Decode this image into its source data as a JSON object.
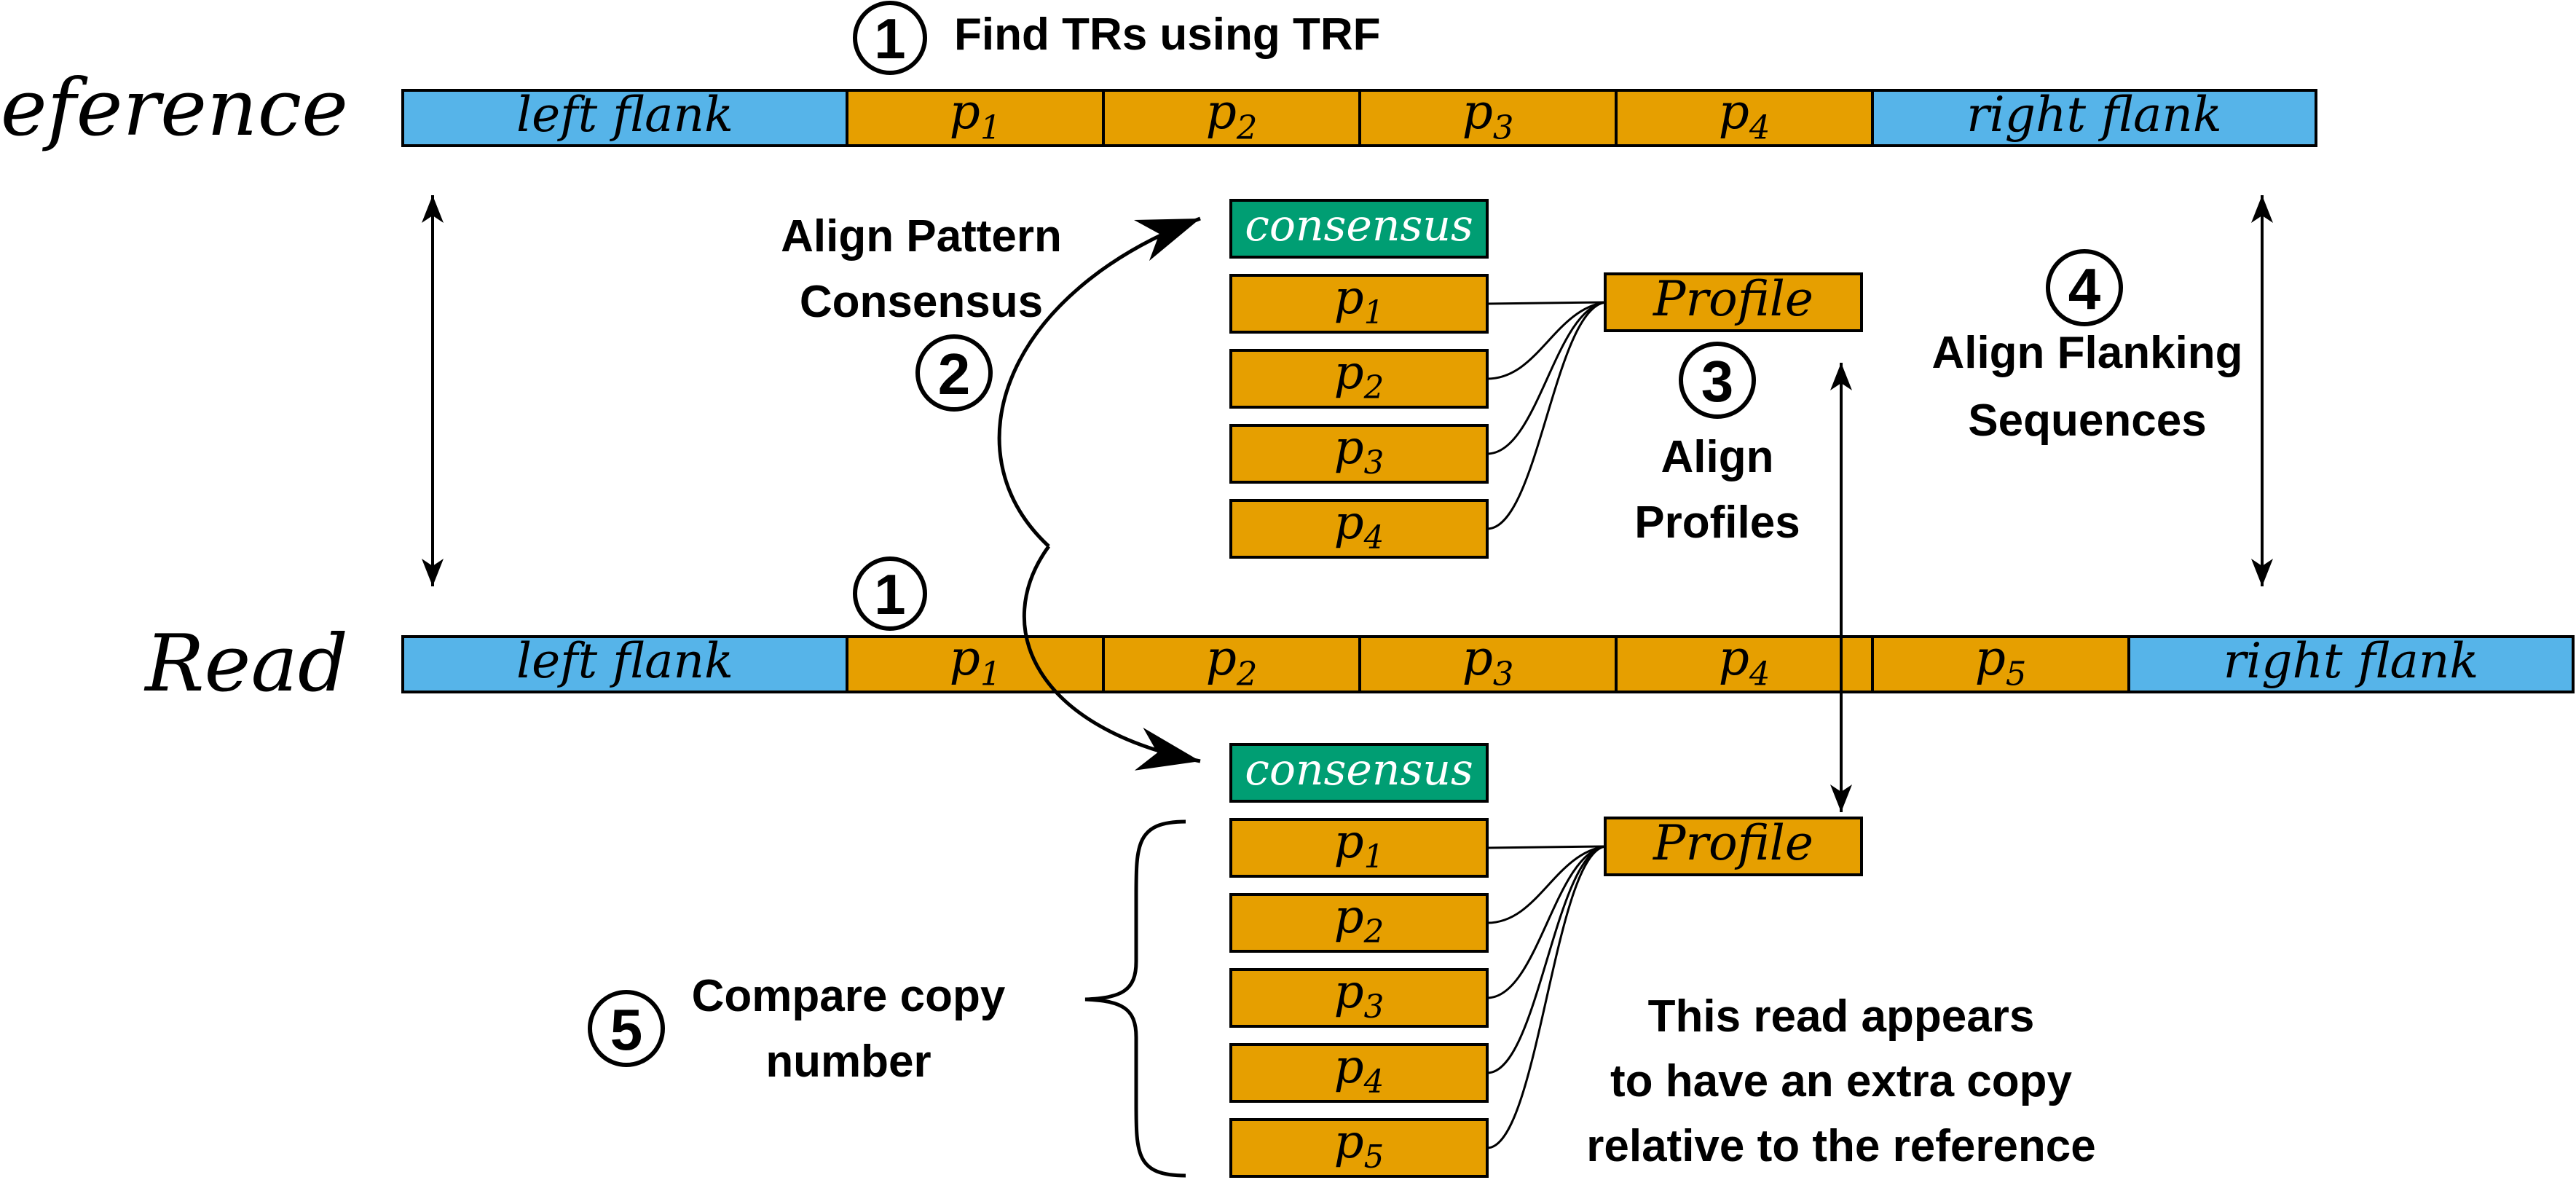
{
  "colors": {
    "flank": "#56B4E9",
    "pattern": "#E69F00",
    "consensus": "#009E73",
    "stroke": "#000000",
    "consensus_text": "#ffffff",
    "text": "#000000"
  },
  "labels": {
    "reference": "Reference",
    "read": "Read"
  },
  "reference_track": {
    "left_flank": "left flank",
    "right_flank": "right flank",
    "patterns": [
      {
        "base": "p",
        "sub": "1"
      },
      {
        "base": "p",
        "sub": "2"
      },
      {
        "base": "p",
        "sub": "3"
      },
      {
        "base": "p",
        "sub": "4"
      }
    ]
  },
  "read_track": {
    "left_flank": "left flank",
    "right_flank": "right flank",
    "patterns": [
      {
        "base": "p",
        "sub": "1"
      },
      {
        "base": "p",
        "sub": "2"
      },
      {
        "base": "p",
        "sub": "3"
      },
      {
        "base": "p",
        "sub": "4"
      },
      {
        "base": "p",
        "sub": "5"
      }
    ]
  },
  "top_stack": {
    "consensus": "consensus",
    "profile": "Profile",
    "patterns": [
      {
        "base": "p",
        "sub": "1"
      },
      {
        "base": "p",
        "sub": "2"
      },
      {
        "base": "p",
        "sub": "3"
      },
      {
        "base": "p",
        "sub": "4"
      }
    ]
  },
  "bottom_stack": {
    "consensus": "consensus",
    "profile": "Profile",
    "patterns": [
      {
        "base": "p",
        "sub": "1"
      },
      {
        "base": "p",
        "sub": "2"
      },
      {
        "base": "p",
        "sub": "3"
      },
      {
        "base": "p",
        "sub": "4"
      },
      {
        "base": "p",
        "sub": "5"
      }
    ]
  },
  "steps": {
    "step1_num": "1",
    "step1_text": "Find TRs using TRF",
    "step1b_num": "1",
    "step2_num": "2",
    "step2_lines": [
      "Align Pattern",
      "Consensus"
    ],
    "step3_num": "3",
    "step3_lines": [
      "Align",
      "Profiles"
    ],
    "step4_num": "4",
    "step4_lines": [
      "Align Flanking",
      "Sequences"
    ],
    "step5_num": "5",
    "step5_lines": [
      "Compare copy",
      "number"
    ]
  },
  "note_lines": [
    "This read appears",
    "to have an extra copy",
    "relative to the reference"
  ]
}
